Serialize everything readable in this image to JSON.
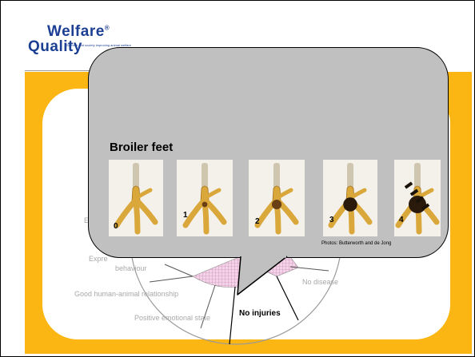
{
  "logo": {
    "line1": "Welfare",
    "line1_mark": "®",
    "line2": "Quality",
    "tagline": "Science and society improving animal welfare"
  },
  "wheel": {
    "labels": {
      "expression_partial": "Expre",
      "behaviour": "behaviour",
      "left_partial": "E",
      "good_human_animal": "Good human-animal relationship",
      "positive_emotional": "Positive emotional state",
      "no_injuries": "No injuries",
      "no_disease": "No disease"
    }
  },
  "bubble": {
    "title": "Broiler feet",
    "photos": [
      {
        "score": "0",
        "lesion": 0
      },
      {
        "score": "1",
        "lesion": 0.15
      },
      {
        "score": "2",
        "lesion": 0.45
      },
      {
        "score": "3",
        "lesion": 0.75
      },
      {
        "score": "4",
        "lesion": 1
      }
    ],
    "credit": "Photos: Butterworth and de Jong"
  },
  "colors": {
    "orange": "#fbb614",
    "brand_blue": "#1c3f94",
    "bubble_grey": "#c0c0c0",
    "wheel_highlight": "#d9a0c6"
  }
}
